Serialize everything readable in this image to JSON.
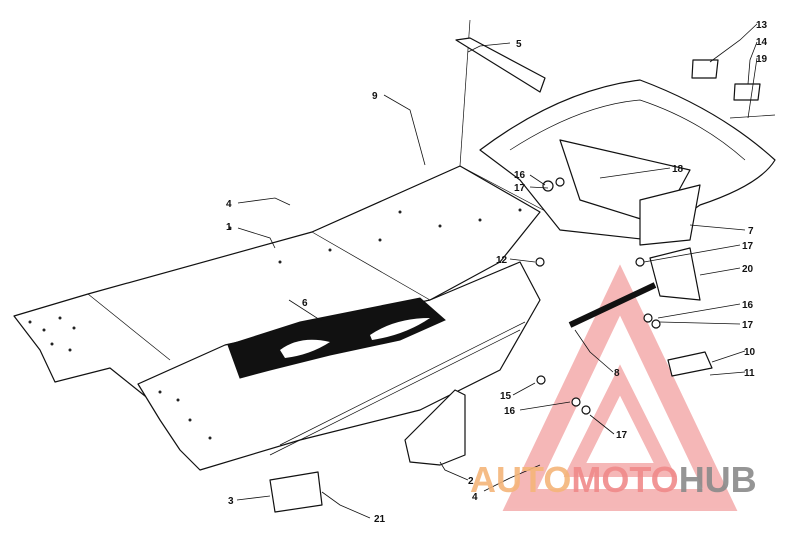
{
  "callouts": [
    {
      "id": "c1",
      "label": "1"
    },
    {
      "id": "c2",
      "label": "2"
    },
    {
      "id": "c3",
      "label": "3"
    },
    {
      "id": "c4a",
      "label": "4"
    },
    {
      "id": "c4b",
      "label": "4"
    },
    {
      "id": "c5",
      "label": "5"
    },
    {
      "id": "c6",
      "label": "6"
    },
    {
      "id": "c7",
      "label": "7"
    },
    {
      "id": "c8",
      "label": "8"
    },
    {
      "id": "c9",
      "label": "9"
    },
    {
      "id": "c10",
      "label": "10"
    },
    {
      "id": "c11",
      "label": "11"
    },
    {
      "id": "c12",
      "label": "12"
    },
    {
      "id": "c13",
      "label": "13"
    },
    {
      "id": "c14",
      "label": "14"
    },
    {
      "id": "c15",
      "label": "15"
    },
    {
      "id": "c16a",
      "label": "16"
    },
    {
      "id": "c16b",
      "label": "16"
    },
    {
      "id": "c16c",
      "label": "16"
    },
    {
      "id": "c17a",
      "label": "17"
    },
    {
      "id": "c17b",
      "label": "17"
    },
    {
      "id": "c17c",
      "label": "17"
    },
    {
      "id": "c17d",
      "label": "17"
    },
    {
      "id": "c18",
      "label": "18"
    },
    {
      "id": "c19",
      "label": "19"
    },
    {
      "id": "c20",
      "label": "20"
    },
    {
      "id": "c21",
      "label": "21"
    }
  ],
  "watermark": {
    "part1": "AUTO",
    "part2": "MOTO",
    "part3": "HUB",
    "color_auto": "#f5b57a",
    "color_moto": "#f08a8a",
    "color_hub": "#8a8a8a",
    "triangle_color": "#f2a0a0"
  }
}
